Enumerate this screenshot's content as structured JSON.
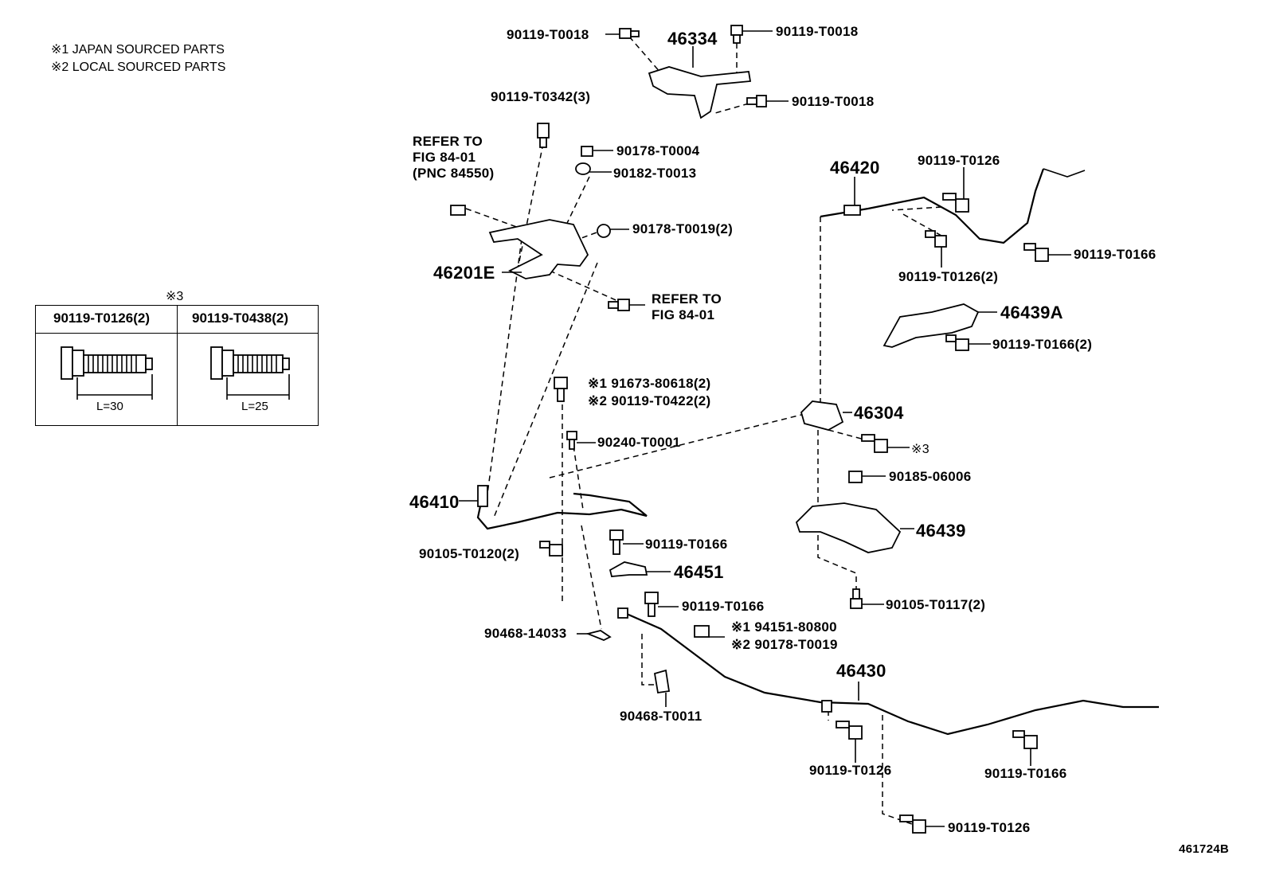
{
  "legend": {
    "japan": "※1 JAPAN SOURCED PARTS",
    "local": "※2 LOCAL SOURCED PARTS"
  },
  "bolt_table": {
    "mark": "※3",
    "col1": "90119-T0126(2)",
    "col2": "90119-T0438(2)",
    "len1": "L=30",
    "len2": "L=25"
  },
  "labels": {
    "p90119_t0018_a": "90119-T0018",
    "p46334": "46334",
    "p90119_t0018_b": "90119-T0018",
    "p90119_t0018_c": "90119-T0018",
    "p90119_t0342": "90119-T0342(3)",
    "refer1_l1": "REFER TO",
    "refer1_l2": "FIG 84-01",
    "refer1_l3": "(PNC 84550)",
    "p90178_t0004": "90178-T0004",
    "p90182_t0013": "90182-T0013",
    "p90178_t0019_2": "90178-T0019(2)",
    "p46201e": "46201E",
    "refer2_l1": "REFER TO",
    "refer2_l2": "FIG 84-01",
    "p46420": "46420",
    "p90119_t0126_a": "90119-T0126",
    "p90119_t0166_a": "90119-T0166",
    "p90119_t0126_2": "90119-T0126(2)",
    "p46439a": "46439A",
    "p90119_t0166_2": "90119-T0166(2)",
    "p91673": "※1 91673-80618(2)",
    "p90119_t0422": "※2 90119-T0422(2)",
    "p90240": "90240-T0001",
    "p46304": "46304",
    "mark3_ref": "※3",
    "p90185": "90185-06006",
    "p46410": "46410",
    "p46439": "46439",
    "p90105_t0120": "90105-T0120(2)",
    "p90119_t0166_b": "90119-T0166",
    "p46451": "46451",
    "p90119_t0166_c": "90119-T0166",
    "p90105_t0117": "90105-T0117(2)",
    "p90468_14033": "90468-14033",
    "p94151": "※1 94151-80800",
    "p90178_t0019": "※2 90178-T0019",
    "p46430": "46430",
    "p90468_t0011": "90468-T0011",
    "p90119_t0126_b": "90119-T0126",
    "p90119_t0166_d": "90119-T0166",
    "p90119_t0126_c": "90119-T0126",
    "fig_no": "461724B"
  }
}
